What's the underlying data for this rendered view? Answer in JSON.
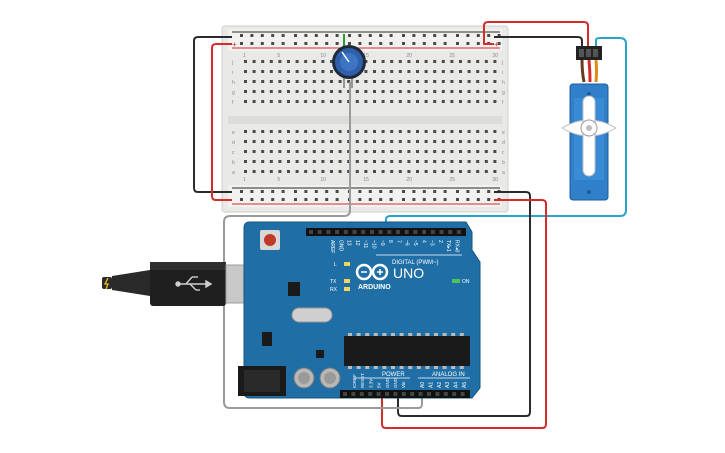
{
  "breadboard": {
    "row_labels_top": [
      "j",
      "i",
      "h",
      "g",
      "f"
    ],
    "row_labels_bottom": [
      "e",
      "d",
      "c",
      "b",
      "a"
    ],
    "col_numbers": [
      "1",
      "",
      "",
      "",
      "5",
      "",
      "",
      "",
      "",
      "10",
      "",
      "",
      "",
      "",
      "15",
      "",
      "",
      "",
      "",
      "20",
      "",
      "",
      "",
      "",
      "25",
      "",
      "",
      "",
      "",
      "30"
    ],
    "rail_plus": "+",
    "rail_minus": "−"
  },
  "arduino": {
    "brand": "ARDUINO",
    "model": "UNO",
    "digital_label": "DIGITAL (PWM~)",
    "power_label": "POWER",
    "analog_label": "ANALOG IN",
    "on_label": "ON",
    "l_label": "L",
    "tx_label": "TX",
    "rx_label": "RX",
    "digital_pins": [
      "AREF",
      "GND",
      "13",
      "12",
      "~11",
      "~10",
      "~9",
      "8",
      "7",
      "~6",
      "~5",
      "4",
      "~3",
      "2",
      "TX▸1",
      "RX◂0"
    ],
    "power_pins": [
      "IOREF",
      "RESET",
      "3.3V",
      "5V",
      "GND",
      "GND",
      "Vin"
    ],
    "analog_pins": [
      "A0",
      "A1",
      "A2",
      "A3",
      "A4",
      "A5"
    ]
  },
  "colors": {
    "board_blue": "#1f6fa6",
    "board_dark": "#1a5a88",
    "wire_red": "#d42b2b",
    "wire_black": "#2b2b2b",
    "wire_cyan": "#2aa3c9",
    "wire_gray": "#9a9a9a",
    "servo_blue": "#2f7fc9",
    "pot_blue": "#2e5fa8"
  },
  "icons": {
    "usb": "usb-icon",
    "lightning": "lightning-icon"
  }
}
